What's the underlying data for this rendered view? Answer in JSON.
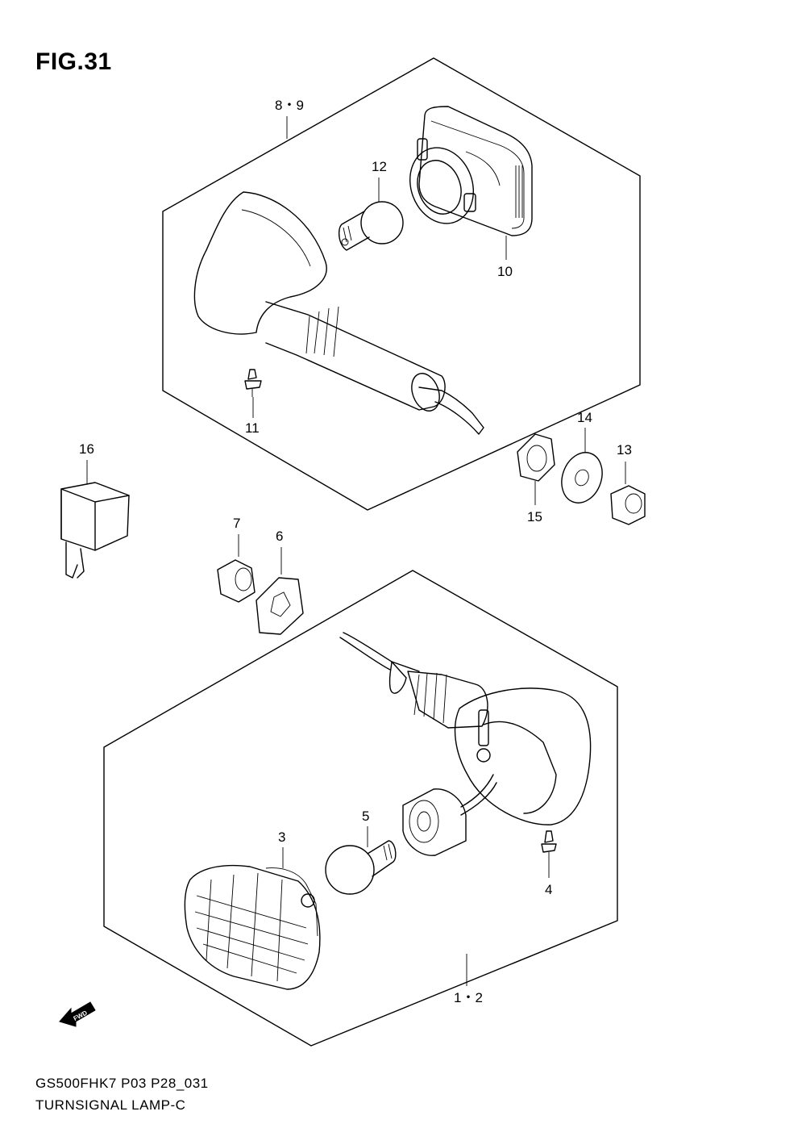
{
  "figure": {
    "title": "FIG.31",
    "model_code": "GS500FHK7 P03 P28_031",
    "name": "TURNSIGNAL LAMP-C"
  },
  "part_callouts": {
    "p89": "8・9",
    "p12": "12",
    "p10": "10",
    "p11": "11",
    "p16": "16",
    "p14": "14",
    "p13": "13",
    "p15": "15",
    "p7": "7",
    "p6": "6",
    "p3": "3",
    "p5": "5",
    "p4": "4",
    "p12b": "1・2"
  },
  "fwd_marker": "FWD",
  "icons": {
    "fwd": "fwd-arrow-icon"
  }
}
